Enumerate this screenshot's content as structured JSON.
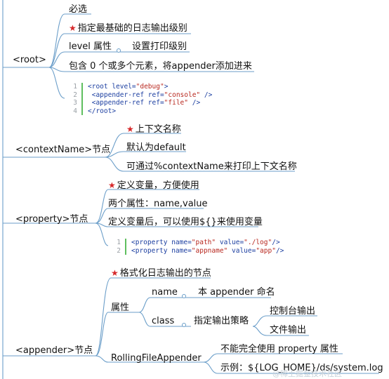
{
  "root": {
    "title": "<root>",
    "required": "必选",
    "base_level": "指定最基础的日志输出级别",
    "level_attr": "level 属性",
    "level_desc": "设置打印级别",
    "contains": "包含 0 个或多个元素，将appender添加进来",
    "code": {
      "line_numbers": [
        "1",
        "2",
        "3",
        "4"
      ],
      "l1": {
        "p1": "<root level=",
        "v1": "\"debug\"",
        "p2": ">"
      },
      "l2": {
        "p1": " <appender-ref ref=",
        "v1": "\"console\"",
        "p2": " />"
      },
      "l3": {
        "p1": " <appender-ref ref=",
        "v1": "\"file\"",
        "p2": " />"
      },
      "l4": {
        "p1": "</root>"
      }
    }
  },
  "contextName": {
    "title": "<contextName>节点",
    "context_name": "上下文名称",
    "default": "默认为default",
    "print": "可通过%contextName来打印上下文名称"
  },
  "property": {
    "title": "<property>节点",
    "define": "定义变量，方便使用",
    "attrs": "两个属性：name,value",
    "usage": "定义变量后，可以使用${}来使用变量",
    "code": {
      "line_numbers": [
        "1",
        "2"
      ],
      "l1": {
        "p1": "<property name=",
        "v1": "\"path\"",
        "p2": " value=",
        "v2": "\"./log\"",
        "p3": "/>"
      },
      "l2": {
        "p1": "<property name=",
        "v1": "\"appname\"",
        "p2": " value=",
        "v2": "\"app\"",
        "p3": "/>"
      }
    }
  },
  "appender": {
    "title": "<appender>节点",
    "format": "格式化日志输出的节点",
    "attr_label": "属性",
    "name_label": "name",
    "name_desc": "本 appender 命名",
    "class_label": "class",
    "class_desc": "指定输出策略",
    "console": "控制台输出",
    "file": "文件输出",
    "rolling": "RollingFileAppender",
    "rolling_note": "不能完全使用 property 属性",
    "example": "示例：${LOG_HOME}/ds/system.log"
  },
  "watermark": "@稀土掘金技术社区",
  "colors": {
    "line": "#6b9ec9",
    "star": "#d6282a",
    "code_bar": "#5fbf5f"
  }
}
